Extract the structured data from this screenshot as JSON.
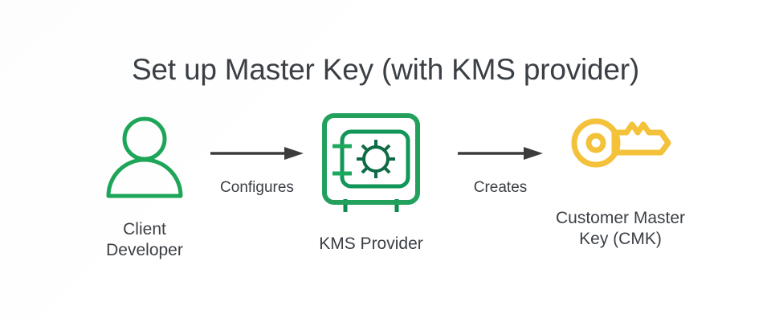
{
  "diagram": {
    "title": "Set up Master Key (with KMS provider)",
    "type": "flow-diagram",
    "background_color": "#ffffff",
    "text_color": "#3b4046",
    "nodes": [
      {
        "id": "client-developer",
        "icon": "person-icon",
        "icon_color": "#1DA558",
        "label_line1": "Client",
        "label_line2": "Developer"
      },
      {
        "id": "kms-provider",
        "icon": "safe-vault-icon",
        "icon_color": "#22A05C",
        "icon_accent_color": "#0E8A4F",
        "label_line1": "KMS Provider",
        "label_line2": ""
      },
      {
        "id": "customer-master-key",
        "icon": "key-icon",
        "icon_color": "#F3C13A",
        "label_line1": "Customer Master",
        "label_line2": "Key (CMK)"
      }
    ],
    "connectors": [
      {
        "id": "configures",
        "from": "client-developer",
        "to": "kms-provider",
        "label": "Configures",
        "arrow_color": "#3C3C3C"
      },
      {
        "id": "creates",
        "from": "kms-provider",
        "to": "customer-master-key",
        "label": "Creates",
        "arrow_color": "#3C3C3C"
      }
    ]
  }
}
